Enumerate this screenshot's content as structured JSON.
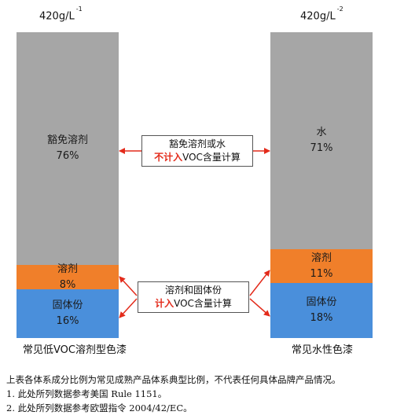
{
  "left_column": {
    "limit_value": "420g/L",
    "limit_note": "-1",
    "segments": [
      {
        "name": "豁免溶剂",
        "percent": "76%",
        "value": 76,
        "color": "#a6a6a6"
      },
      {
        "name": "溶剂",
        "percent": "8%",
        "value": 8,
        "color": "#f07f2a"
      },
      {
        "name": "固体份",
        "percent": "16%",
        "value": 16,
        "color": "#4a8fdb"
      }
    ],
    "caption": "常见低VOC溶剂型色漆"
  },
  "right_column": {
    "limit_value": "420g/L",
    "limit_note": "-2",
    "segments": [
      {
        "name": "水",
        "percent": "71%",
        "value": 71,
        "color": "#a6a6a6"
      },
      {
        "name": "溶剂",
        "percent": "11%",
        "value": 11,
        "color": "#f07f2a"
      },
      {
        "name": "固体份",
        "percent": "18%",
        "value": 18,
        "color": "#4a8fdb"
      }
    ],
    "caption": "常见水性色漆"
  },
  "callouts": {
    "top": {
      "line1": "豁免溶剂或水",
      "emph": "不计入",
      "rest": "VOC含量计算"
    },
    "bottom": {
      "line1": "溶剂和固体份",
      "emph": "计入",
      "rest": "VOC含量计算"
    }
  },
  "notes": {
    "summary": "上表各体系成分比例为常见成熟产品体系典型比例，不代表任何具体品牌产品情况。",
    "note1": "1.  此处所列数据参考美国 Rule 1151。",
    "note2": "2.  此处所列数据参考欧盟指令 2004/42/EC。"
  },
  "colors": {
    "exempt": "#a6a6a6",
    "solvent": "#f07f2a",
    "solids": "#4a8fdb",
    "accent_red": "#e32b1b"
  }
}
